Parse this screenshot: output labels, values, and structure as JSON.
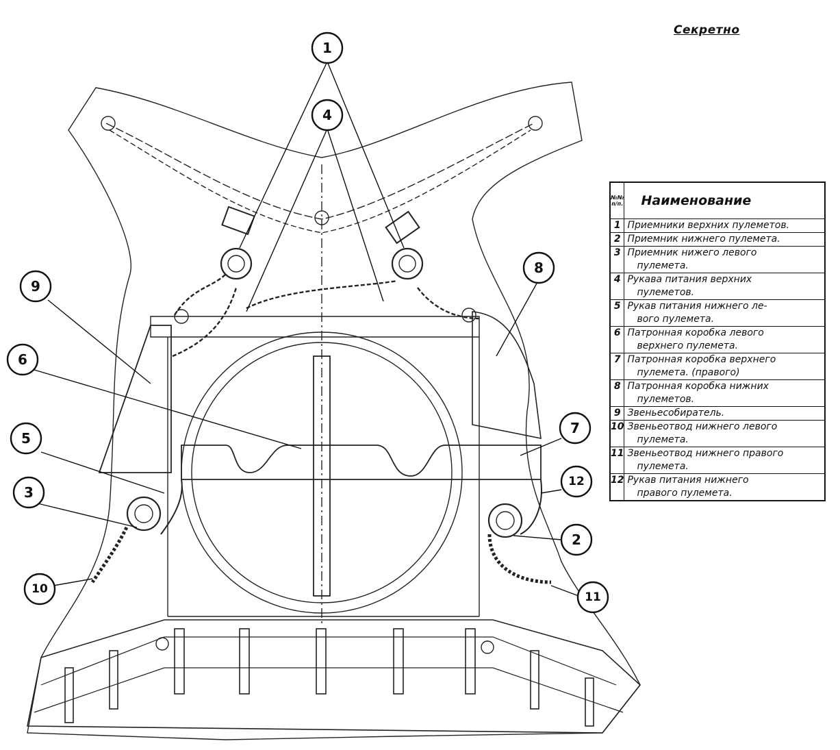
{
  "stamp": "Секретно",
  "legend": {
    "col_no": "№№ п/п.",
    "col_name": "Наименование",
    "rows": [
      {
        "no": "1",
        "name": "Приемники верхних пулеметов."
      },
      {
        "no": "2",
        "name": "Приемник нижнего пулемета."
      },
      {
        "no": "3",
        "name": "Приемник нижего левого",
        "cont": "пулемета."
      },
      {
        "no": "4",
        "name": "Рукава питания верхних",
        "cont": "пулеметов."
      },
      {
        "no": "5",
        "name": "Рукав питания нижнего ле-",
        "cont": "вого пулемета."
      },
      {
        "no": "6",
        "name": "Патронная коробка левого",
        "cont": "верхнего пулемета."
      },
      {
        "no": "7",
        "name": "Патронная коробка верхнего",
        "cont": "пулемета. (правого)"
      },
      {
        "no": "8",
        "name": "Патронная коробка нижних",
        "cont": "пулеметов."
      },
      {
        "no": "9",
        "name": "Звеньесобиратель."
      },
      {
        "no": "10",
        "name": "Звеньеотвод нижнего левого",
        "cont": "пулемета."
      },
      {
        "no": "11",
        "name": "Звеньеотвод нижнего правого",
        "cont": "пулемета."
      },
      {
        "no": "12",
        "name": "Рукав питания нижнего",
        "cont": "правого пулемета."
      }
    ]
  },
  "callouts": [
    "1",
    "4",
    "9",
    "8",
    "6",
    "5",
    "7",
    "3",
    "12",
    "2",
    "10",
    "11"
  ],
  "colors": {
    "ink": "#111111",
    "paper": "#ffffff"
  }
}
